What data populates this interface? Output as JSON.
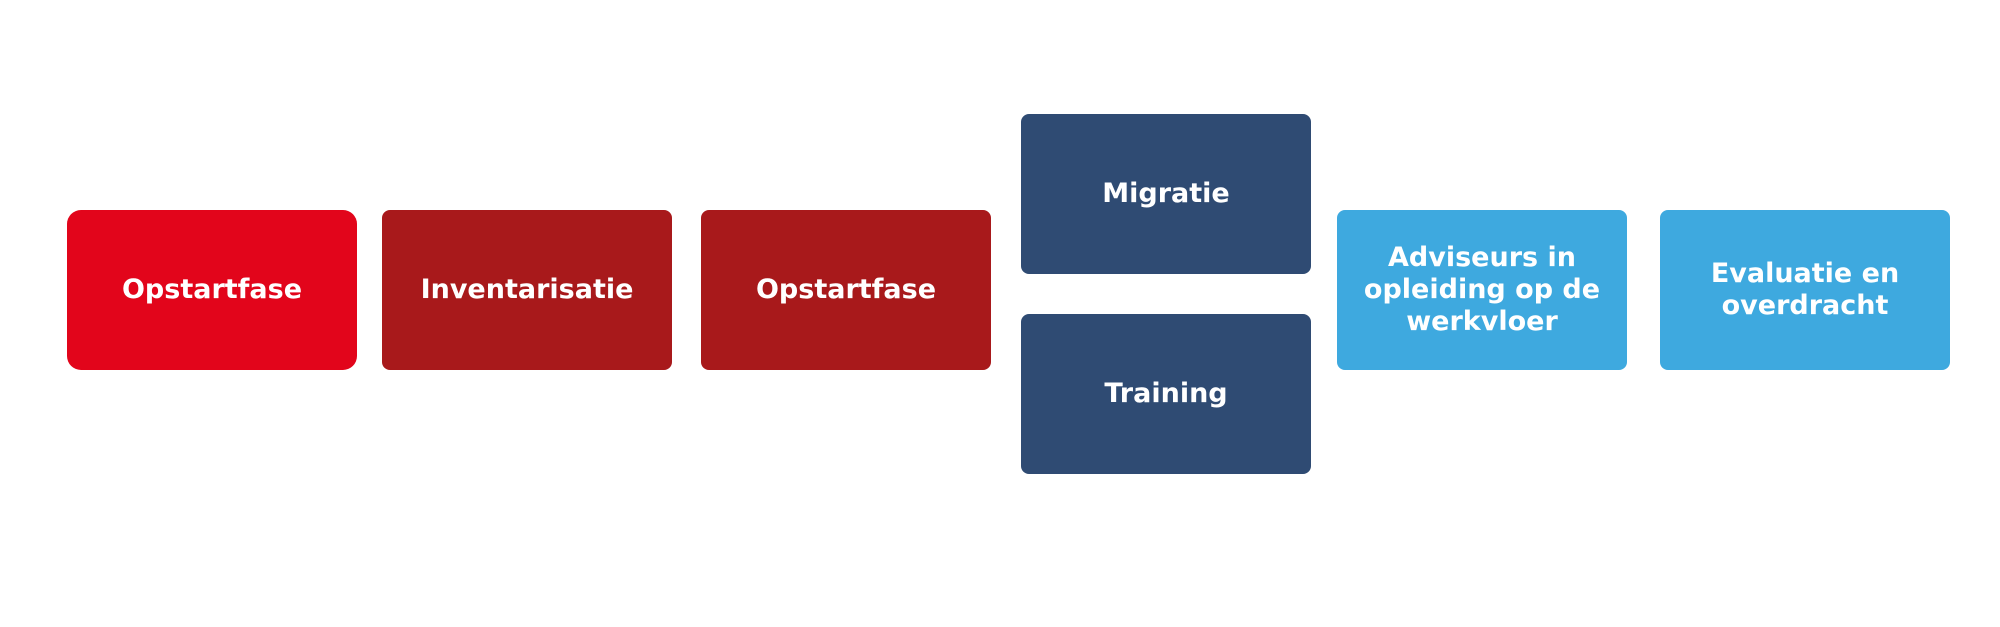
{
  "colors": {
    "bright_red": "#e2051b",
    "dark_red": "#a8191b",
    "navy": "#2f4b73",
    "light_blue": "#3ea9df"
  },
  "steps": [
    {
      "label": "Opstartfase",
      "color": "#e2051b"
    },
    {
      "label": "Inventarisatie",
      "color": "#a8191b"
    },
    {
      "label": "Opstartfase",
      "color": "#a8191b"
    },
    {
      "label": "Migratie",
      "color": "#2f4b73"
    },
    {
      "label": "Training",
      "color": "#2f4b73"
    },
    {
      "label": "Adviseurs in opleiding op de werkvloer",
      "color": "#3ea9df"
    },
    {
      "label": "Evaluatie en overdracht",
      "color": "#3ea9df"
    }
  ]
}
